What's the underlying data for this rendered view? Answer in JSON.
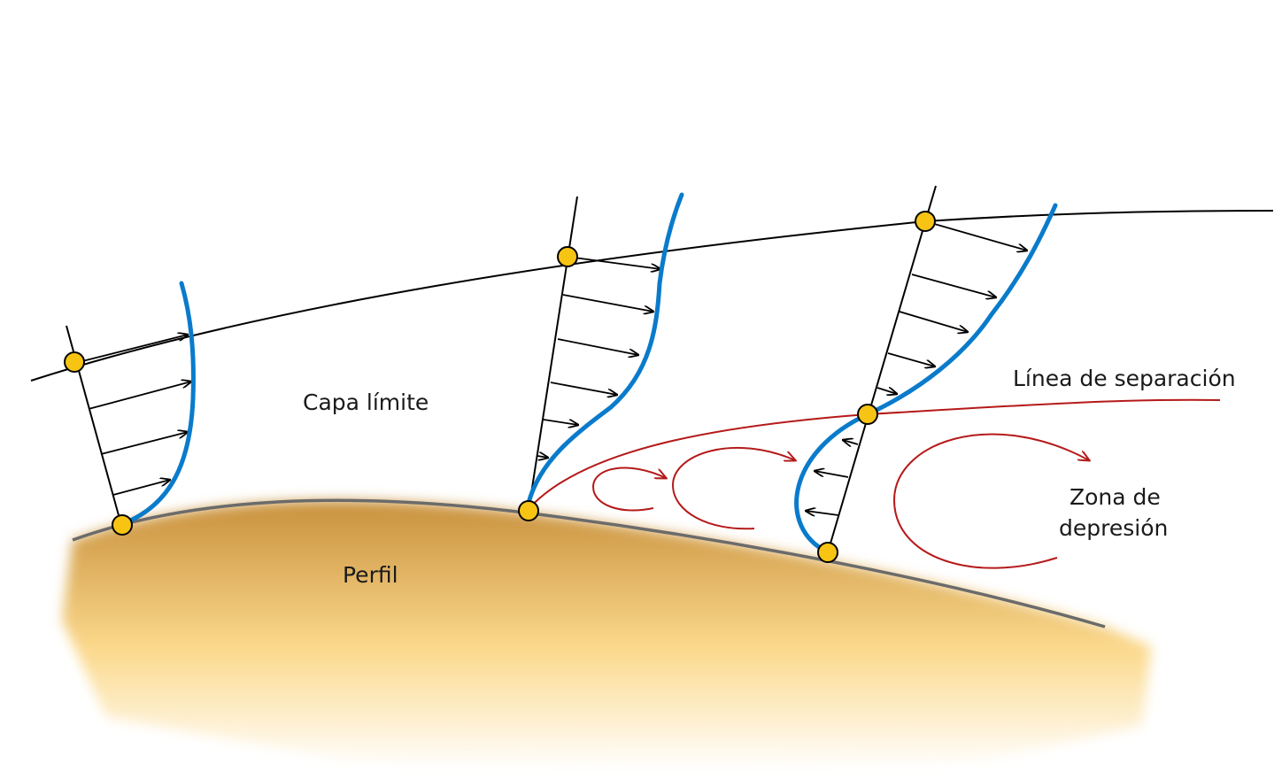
{
  "labels": {
    "boundary_layer": "Capa límite",
    "airfoil": "Perfil",
    "separation_line": "Línea de separación",
    "depression_zone_line1": "Zona de",
    "depression_zone_line2": "depresión"
  },
  "colors": {
    "velocity_profile": "#0a7bcb",
    "separation": "#b51a1a",
    "marker_fill": "#f7c414",
    "airfoil_dark": "#c8903c",
    "airfoil_light": "#fbd98c",
    "surface_line": "#6b6b6b",
    "edge_line": "#000000"
  },
  "icons": {
    "marker": "yellow-circle-marker",
    "arrow": "velocity-arrow",
    "vortex": "red-vortex-arrow"
  }
}
